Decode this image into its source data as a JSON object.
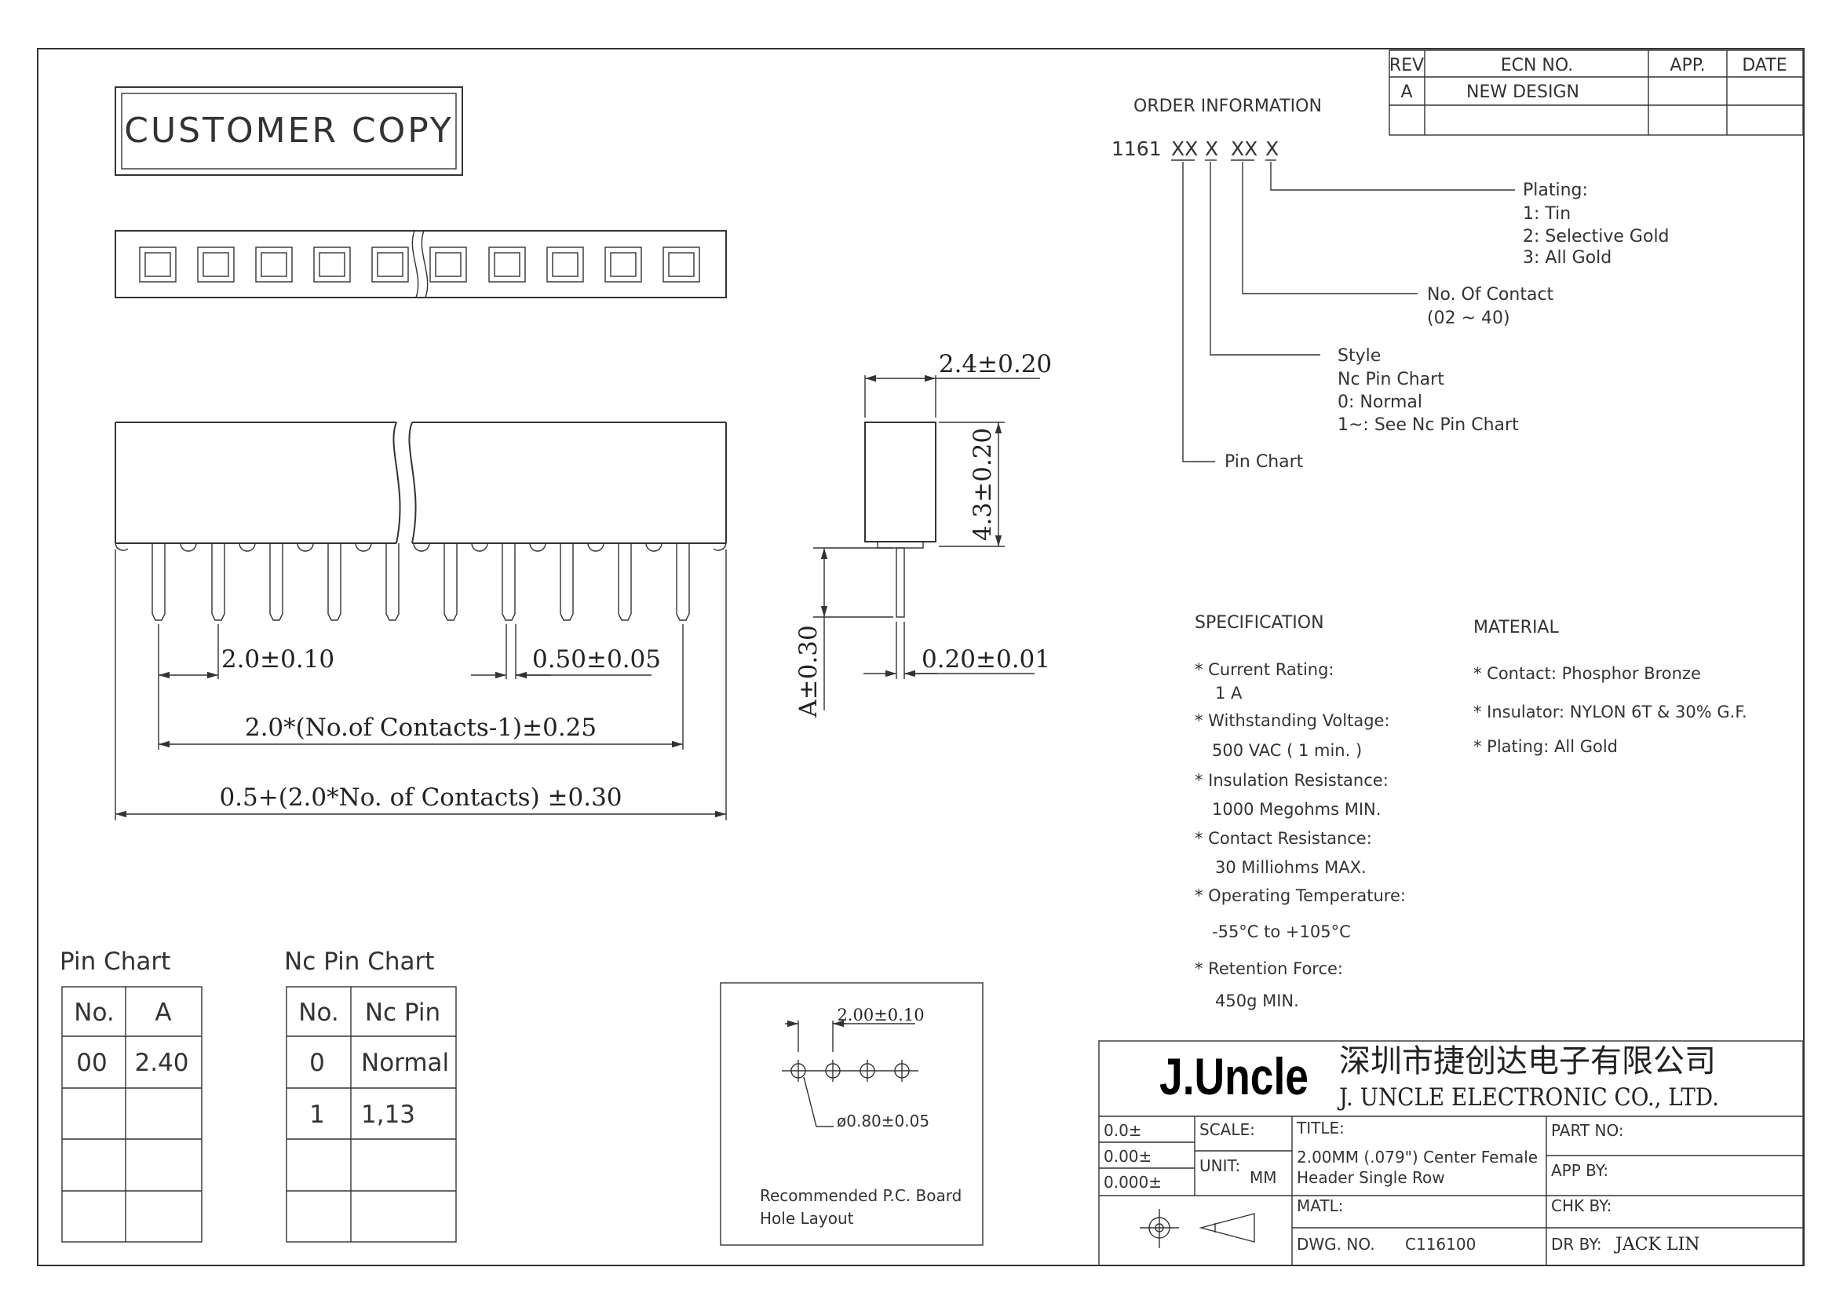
{
  "customer_copy": "CUSTOMER COPY",
  "dims": {
    "pitch": "2.0±0.10",
    "pin_width": "0.50±0.05",
    "span": "2.0*(No.of Contacts-1)±0.25",
    "overall": "0.5+(2.0*No. of Contacts) ±0.30",
    "width": "2.4±0.20",
    "height": "4.3±0.20",
    "tail": "A±0.30",
    "pin_thickness": "0.20±0.01"
  },
  "rev_table": {
    "headers": [
      "REV",
      "ECN NO.",
      "APP.",
      "DATE"
    ],
    "rows": [
      [
        "A",
        "NEW DESIGN",
        "",
        ""
      ],
      [
        "",
        "",
        "",
        ""
      ]
    ]
  },
  "order": {
    "title": "ORDER INFORMATION",
    "code": [
      "1161",
      "XX",
      "X",
      "XX",
      "X"
    ],
    "plating": [
      "Plating:",
      "1: Tin",
      "2: Selective Gold",
      "3: All Gold"
    ],
    "contacts": [
      "No. Of Contact",
      "(02 ~ 40)"
    ],
    "style": [
      "Style",
      "Nc Pin Chart",
      "0: Normal",
      "1~: See Nc Pin Chart"
    ],
    "pin_chart": "Pin Chart"
  },
  "spec": {
    "title": "SPECIFICATION",
    "lines": [
      "* Current Rating:",
      "1 A",
      "* Withstanding Voltage:",
      "500 VAC ( 1 min. )",
      "* Insulation Resistance:",
      "1000 Megohms MIN.",
      "* Contact Resistance:",
      "30 Milliohms MAX.",
      "* Operating Temperature:",
      "-55°C to +105°C",
      "* Retention Force:",
      "450g MIN."
    ]
  },
  "material": {
    "title": "MATERIAL",
    "lines": [
      "* Contact: Phosphor Bronze",
      "* Insulator: NYLON 6T & 30% G.F.",
      "* Plating: All Gold"
    ]
  },
  "pin_chart": {
    "title": "Pin Chart",
    "headers": [
      "No.",
      "A"
    ],
    "rows": [
      [
        "00",
        "2.40"
      ],
      [
        "",
        ""
      ],
      [
        "",
        ""
      ],
      [
        "",
        ""
      ]
    ]
  },
  "nc_pin_chart": {
    "title": "Nc Pin Chart",
    "headers": [
      "No.",
      "Nc Pin"
    ],
    "rows": [
      [
        "0",
        "Normal"
      ],
      [
        "1",
        "1,13"
      ],
      [
        "",
        ""
      ],
      [
        "",
        ""
      ]
    ]
  },
  "pcb": {
    "pitch": "2.00±0.10",
    "hole": "ø0.80±0.05",
    "caption": [
      "Recommended P.C. Board",
      "Hole Layout"
    ]
  },
  "title_block": {
    "logo": "J.Uncle",
    "company_cn": "深圳市捷创达电子有限公司",
    "company_en": "J. UNCLE ELECTRONIC CO., LTD.",
    "tol": [
      "0.0±",
      "0.00±",
      "0.000±"
    ],
    "scale": "SCALE:",
    "unit": "UNIT:",
    "unit_val": "MM",
    "title_label": "TITLE:",
    "title_lines": [
      "2.00MM (.079\") Center Female",
      "Header Single Row"
    ],
    "matl": "MATL:",
    "dwg_label": "DWG. NO.",
    "dwg_no": "C116100",
    "part_no": "PART NO:",
    "app_by": "APP BY:",
    "chk_by": "CHK BY:",
    "dr_by": "DR BY:",
    "dr_name": "JACK LIN"
  }
}
